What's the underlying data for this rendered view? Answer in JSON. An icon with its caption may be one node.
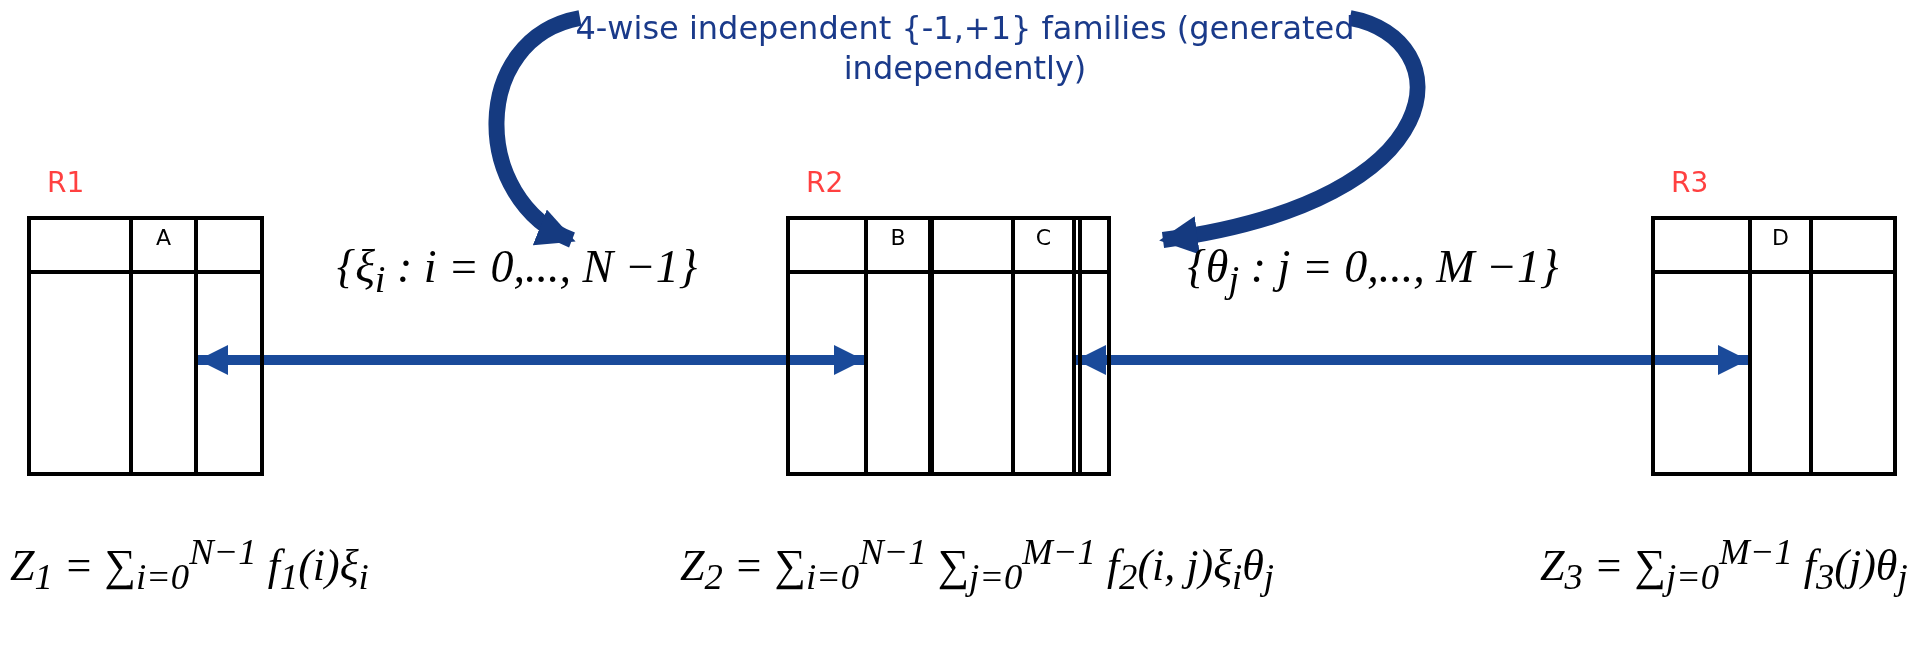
{
  "diagram": {
    "nodes": [
      {
        "text": [
          "4-wise independent {-1,+1} families (generated independently)"
        ]
      },
      {
        "text": [
          "{ξ$_{i}$ : i = 0,..., N −1}"
        ]
      },
      {
        "text": [
          "{θ$_{j}$ : j = 0,..., M −1}"
        ]
      },
      {
        "text": [
          "R1"
        ]
      },
      {
        "text": [
          "A"
        ],
        "in": 3
      },
      {
        "text": [
          "R2"
        ]
      },
      {
        "text": [
          "B"
        ],
        "in": 5
      },
      {
        "text": [
          "C"
        ],
        "in": 5
      },
      {
        "text": [
          "R3"
        ]
      },
      {
        "text": [
          "D"
        ],
        "in": 8
      }
    ],
    "edges": [
      {
        "from": 0,
        "to": 1,
        "arrow": "to"
      },
      {
        "from": 0,
        "to": 2,
        "arrow": "to"
      },
      {
        "from": 4,
        "to": 6,
        "arrow": "both"
      },
      {
        "from": 7,
        "to": 9,
        "arrow": "both"
      }
    ],
    "labels": [
      "Z$_{1}$ = ∑$_{i=0}$$^{N−1}$ f$_{1}$(i)ξ$_{i}$",
      "Z$_{2}$ = ∑$_{i=0}$$^{N−1}$ ∑$_{j=0}$$^{M−1}$ f$_{2}$(i, j)ξ$_{i}$θ$_{j}$",
      "Z$_{3}$ = ∑$_{j=0}$$^{M−1}$ f$_{3}$(j)θ$_{j}$"
    ]
  }
}
